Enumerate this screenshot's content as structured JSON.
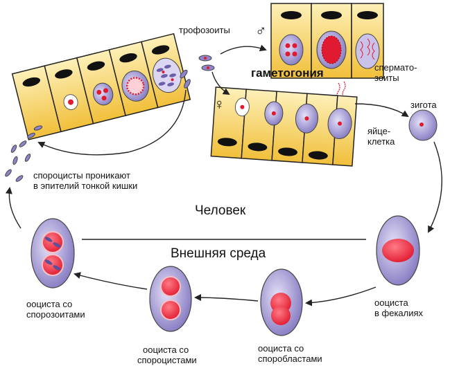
{
  "labels": {
    "trophozoites": "трофозоиты",
    "gametogony": "гаметогония",
    "spermatozoa_1": "сперматo-",
    "spermatozoa_2": "зоиты",
    "zygote": "зигота",
    "egg_1": "яйце-",
    "egg_2": "клетка",
    "sporocysts_1": "спороцисты проникают",
    "sporocysts_2": "в эпителий тонкой кишки",
    "human": "Человек",
    "environment": "Внешняя среда",
    "oocyst_feces_1": "ооциста",
    "oocyst_feces_2": "в фекалиях",
    "oocyst_sporoblasts_1": "ооциста со",
    "oocyst_sporoblasts_2": "споробластами",
    "oocyst_sporocysts_1": "ооциста со",
    "oocyst_sporocysts_2": "спороцистами",
    "oocyst_sporozoites_1": "ооциста со",
    "oocyst_sporozoites_2": "спорозоитами",
    "male_symbol": "♂",
    "female_symbol": "♀"
  },
  "colors": {
    "cell_fill": "#f3c84a",
    "cell_light": "#fbe9a8",
    "nucleus": "#111111",
    "parasite": "#b7aee0",
    "parasite_dark": "#6a5fa8",
    "red": "#e8283c",
    "arrow": "#222222"
  }
}
